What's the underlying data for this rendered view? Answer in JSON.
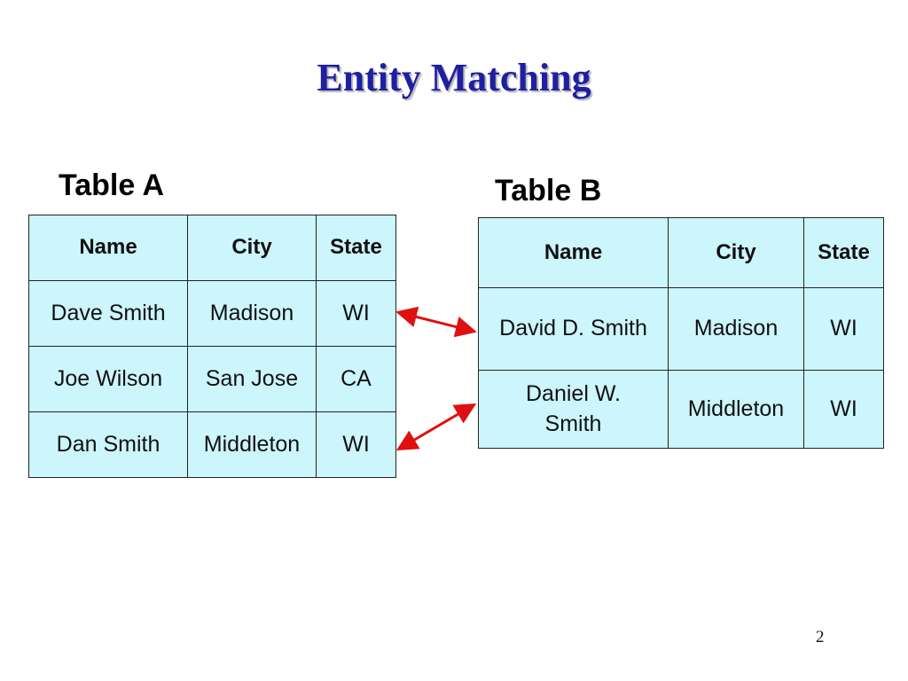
{
  "title": "Entity Matching",
  "table_a": {
    "label": "Table A",
    "headers": [
      "Name",
      "City",
      "State"
    ],
    "rows": [
      [
        "Dave Smith",
        "Madison",
        "WI"
      ],
      [
        "Joe Wilson",
        "San Jose",
        "CA"
      ],
      [
        "Dan Smith",
        "Middleton",
        "WI"
      ]
    ]
  },
  "table_b": {
    "label": "Table B",
    "headers": [
      "Name",
      "City",
      "State"
    ],
    "rows": [
      [
        "David D. Smith",
        "Madison",
        "WI"
      ],
      [
        "Daniel W. Smith",
        "Middleton",
        "WI"
      ]
    ]
  },
  "arrow_color": "#e01010",
  "page_number": "2"
}
